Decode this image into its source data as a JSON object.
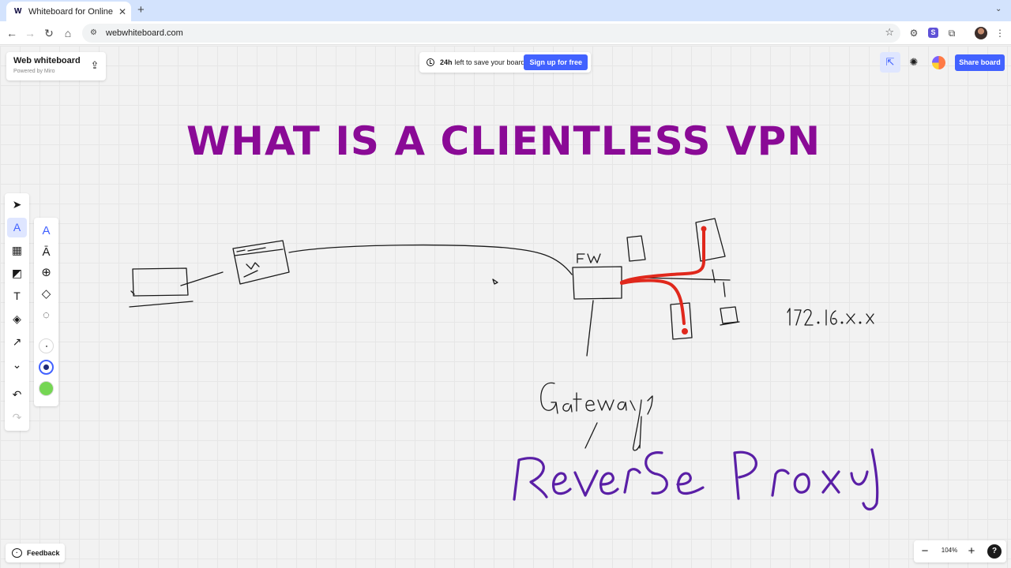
{
  "browser": {
    "tab_title": "Whiteboard for Online Collab",
    "tab_favicon": "W",
    "url": "webwhiteboard.com",
    "extension_badge": "S"
  },
  "board": {
    "name": "Web whiteboard",
    "powered_by": "Powered by Miro"
  },
  "save_banner": {
    "hours": "24h",
    "text": "left to save your board.",
    "button": "Sign up for free"
  },
  "share_button": "Share board",
  "canvas": {
    "title": "WHAT IS A CLIENTLESS VPN",
    "title_color": "#8a0a96",
    "handwriting": {
      "fw_label": "FW",
      "subnet_label": "172.16.x.x",
      "gateway_label": "Gateway",
      "reverse_proxy_label": "Reverse Proxy",
      "reverse_proxy_color": "#5a1fa6",
      "route_color": "#e0281c"
    }
  },
  "left_toolbar": {
    "tools": [
      "select-icon",
      "pen-icon",
      "templates-icon",
      "sticky-note-icon",
      "text-icon",
      "shapes-icon",
      "line-icon",
      "more-icon",
      "undo-icon",
      "redo-icon"
    ]
  },
  "pen_panel": {
    "tools": [
      "pen-icon",
      "marker-icon",
      "highlighter-icon",
      "eraser-icon",
      "lasso-icon"
    ],
    "colors": [
      "#ffffff",
      "#1e2a78",
      "#75d653"
    ]
  },
  "feedback_label": "Feedback",
  "zoom": {
    "level": "104%",
    "help": "?"
  }
}
